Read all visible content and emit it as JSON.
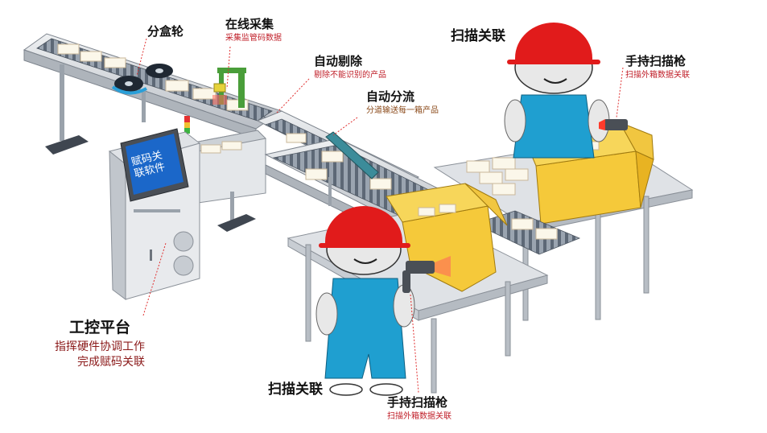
{
  "colors": {
    "sub_red": "#c0202a",
    "sub_brown": "#8b4a1a",
    "sub_darkred": "#8b1a1a",
    "helmet": "#e11b1b",
    "overalls": "#1f9fd0",
    "box": "#f5c93a",
    "arrow": "#e03030"
  },
  "labels": {
    "fen_he_lun": "分盒轮",
    "online": {
      "title": "在线采集",
      "sub": "采集监管码数据"
    },
    "reject": {
      "title": "自动剔除",
      "sub": "剔除不能识别的产品"
    },
    "divert": {
      "title": "自动分流",
      "sub": "分道输送每一箱产品"
    },
    "scan_top": "扫描关联",
    "scanner_top": {
      "title": "手持扫描枪",
      "sub": "扫描外箱数据关联"
    },
    "control": {
      "title": "工控平台",
      "line1": "指挥硬件协调工作",
      "line2": "完成赋码关联"
    },
    "scan_bottom": "扫描关联",
    "scanner_bottom": {
      "title": "手持扫描枪",
      "sub": "扫描外箱数据关联"
    },
    "screen_text": [
      "赋码关",
      "联软件"
    ]
  },
  "icons": [
    "worker-figure",
    "safety-helmet",
    "handheld-scanner",
    "conveyor-belt",
    "carton-box",
    "signal-tower-light",
    "control-cabinet"
  ]
}
